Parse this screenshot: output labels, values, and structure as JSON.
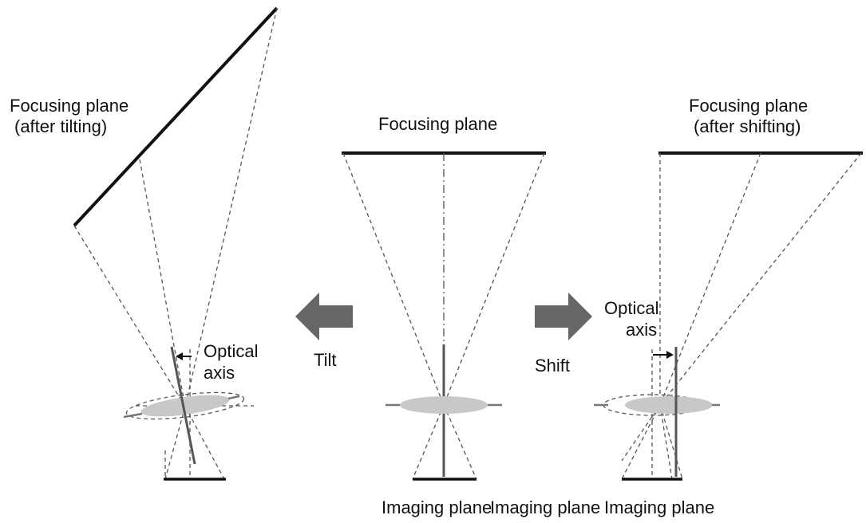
{
  "left_panel": {
    "focusing_plane_line1": "Focusing plane",
    "focusing_plane_line2": "(after tilting)",
    "optical_axis_line1": "Optical",
    "optical_axis_line2": "axis",
    "imaging_plane": "Imaging plane"
  },
  "middle_panel": {
    "focusing_plane": "Focusing plane",
    "imaging_plane": "Imaging plane"
  },
  "right_panel": {
    "focusing_plane_line1": "Focusing plane",
    "focusing_plane_line2": "(after shifting)",
    "optical_axis_line1": "Optical",
    "optical_axis_line2": "axis",
    "imaging_plane": "Imaging plane"
  },
  "arrows": {
    "tilt_label": "Tilt",
    "shift_label": "Shift"
  },
  "colors": {
    "plane": "#111111",
    "ray": "#555555",
    "lens": "#c8c8c8",
    "block_arrow": "#666666"
  }
}
